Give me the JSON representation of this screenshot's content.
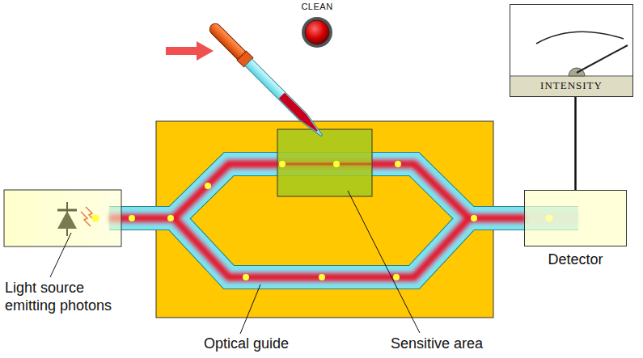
{
  "diagram": {
    "nodes": [
      {
        "text": [
          "INTENSITY"
        ]
      },
      {
        "text": [
          "Detector"
        ]
      }
    ],
    "edges": [
      {
        "from": 0,
        "to": 1,
        "arrow": "none"
      }
    ],
    "labels": [
      "CLEAN",
      "Light source emitting photons",
      "Optical guide",
      "Sensitive area"
    ]
  }
}
